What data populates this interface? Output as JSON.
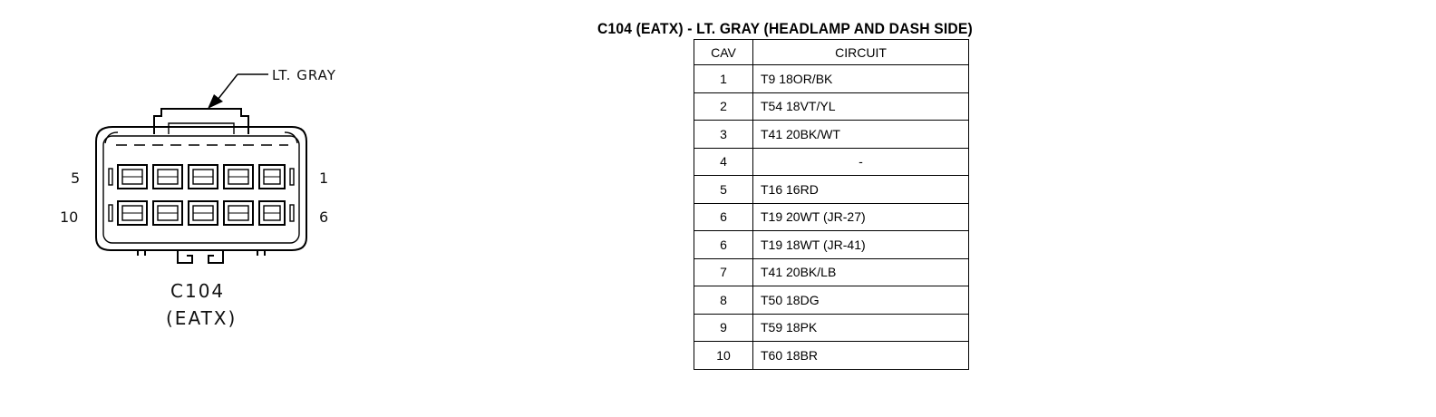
{
  "connector": {
    "color_label": "LT. GRAY",
    "pin_labels": {
      "top_left": "5",
      "top_right": "1",
      "bottom_left": "10",
      "bottom_right": "6"
    },
    "name": "C104",
    "sub_name": "(EATX)"
  },
  "table": {
    "title": "C104 (EATX) - LT. GRAY (HEADLAMP AND DASH SIDE)",
    "headers": {
      "cav": "CAV",
      "circuit": "CIRCUIT"
    },
    "rows": [
      {
        "cav": "1",
        "circuit": "T9 18OR/BK"
      },
      {
        "cav": "2",
        "circuit": "T54 18VT/YL"
      },
      {
        "cav": "3",
        "circuit": "T41 20BK/WT"
      },
      {
        "cav": "4",
        "circuit": "-"
      },
      {
        "cav": "5",
        "circuit": "T16 16RD"
      },
      {
        "cav": "6",
        "circuit": "T19 20WT (JR-27)"
      },
      {
        "cav": "6",
        "circuit": "T19 18WT (JR-41)"
      },
      {
        "cav": "7",
        "circuit": "T41 20BK/LB"
      },
      {
        "cav": "8",
        "circuit": "T50 18DG"
      },
      {
        "cav": "9",
        "circuit": "T59 18PK"
      },
      {
        "cav": "10",
        "circuit": "T60 18BR"
      }
    ]
  }
}
